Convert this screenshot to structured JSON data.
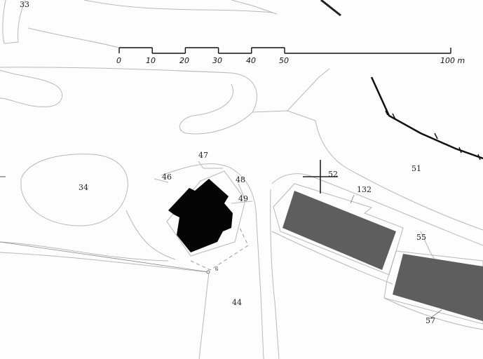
{
  "scale_bar": {
    "ticks": [
      "0",
      "10",
      "20",
      "30",
      "40",
      "50"
    ],
    "end_label": "100 m"
  },
  "parcels": {
    "p33": "33",
    "p34": "34",
    "p44": "44",
    "p46": "46",
    "p47": "47",
    "p48": "48",
    "p49": "49",
    "p51": "51",
    "p52": "52",
    "p55": "55",
    "p57": "57",
    "p132": "132",
    "p6": "6"
  }
}
